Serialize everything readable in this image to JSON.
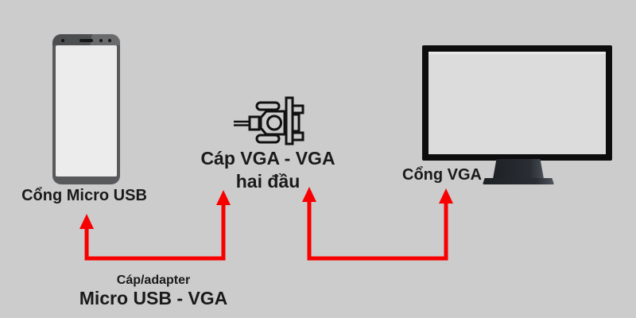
{
  "page": {
    "description": "Diagram showing how to connect a phone's Micro USB port to a monitor's VGA port using a Micro USB - VGA adapter and a VGA - VGA cable"
  },
  "colors": {
    "bg": "#cccccc",
    "arrow": "#f80000",
    "text": "#1a1a1a"
  },
  "icons": {
    "smartphone": "smartphone-illustration",
    "monitor": "monitor-illustration",
    "vga_connector": "vga-connector-icon"
  },
  "labels": {
    "phone_port": "Cổng Micro USB",
    "vga_cable_line1": "Cáp VGA - VGA",
    "vga_cable_line2": "hai đầu",
    "monitor_port": "Cổng VGA",
    "adapter_caption": "Cáp/adapter",
    "adapter_name": "Micro USB - VGA"
  }
}
